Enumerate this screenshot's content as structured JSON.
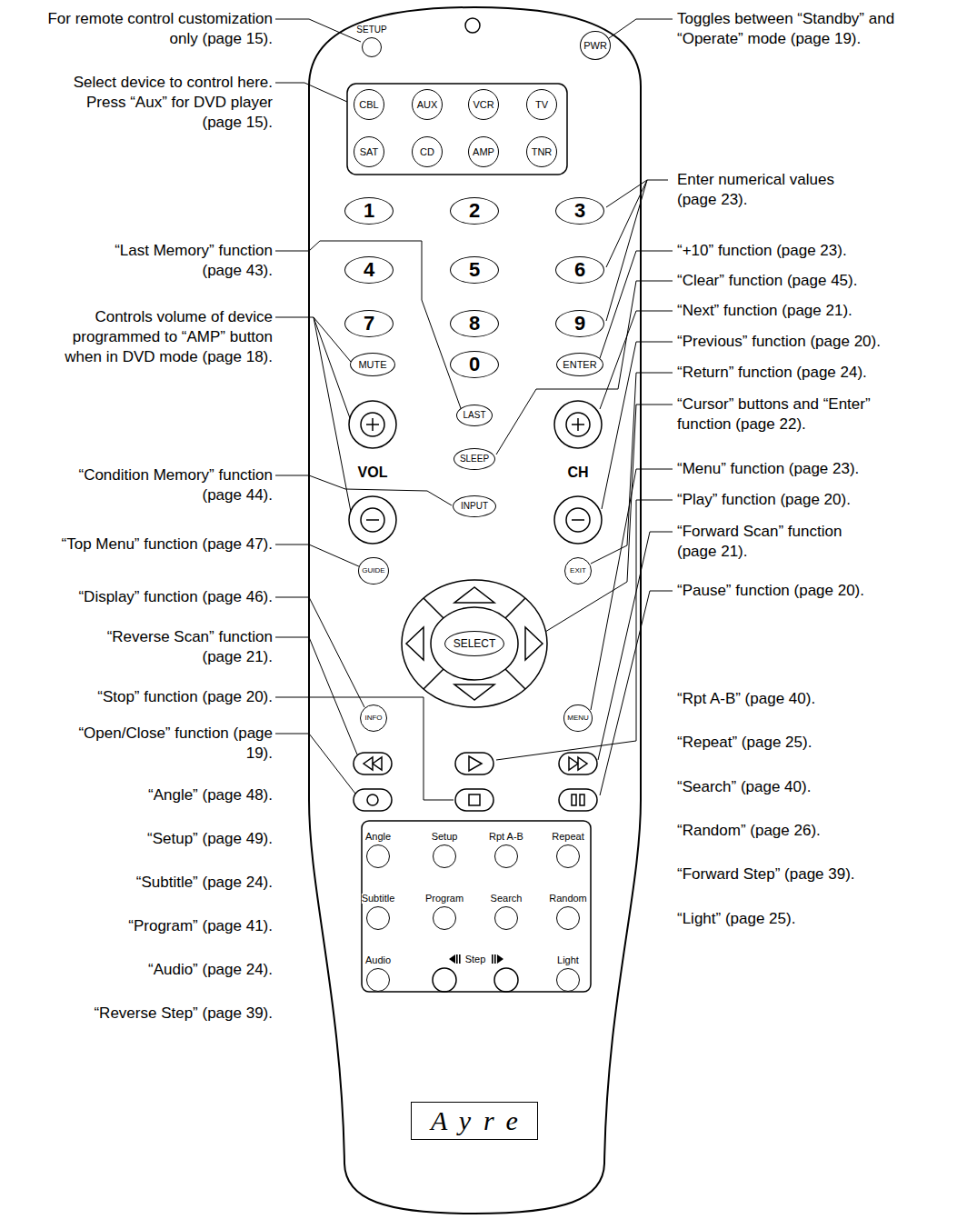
{
  "diagram": {
    "nodes": [
      {
        "text": [
          "SETUP"
        ]
      },
      {
        "text": [
          "PWR"
        ]
      },
      {
        "text": [
          "CBL"
        ]
      },
      {
        "text": [
          "AUX"
        ]
      },
      {
        "text": [
          "VCR"
        ]
      },
      {
        "text": [
          "TV"
        ]
      },
      {
        "text": [
          "SAT"
        ]
      },
      {
        "text": [
          "CD"
        ]
      },
      {
        "text": [
          "AMP"
        ]
      },
      {
        "text": [
          "TNR"
        ]
      },
      {
        "text": [
          "1"
        ]
      },
      {
        "text": [
          "2"
        ]
      },
      {
        "text": [
          "3"
        ]
      },
      {
        "text": [
          "4"
        ]
      },
      {
        "text": [
          "5"
        ]
      },
      {
        "text": [
          "6"
        ]
      },
      {
        "text": [
          "7"
        ]
      },
      {
        "text": [
          "8"
        ]
      },
      {
        "text": [
          "9"
        ]
      },
      {
        "text": [
          "MUTE"
        ]
      },
      {
        "text": [
          "0"
        ]
      },
      {
        "text": [
          "ENTER"
        ]
      },
      {
        "text": [
          "LAST"
        ]
      },
      {
        "text": [
          "SLEEP"
        ]
      },
      {
        "text": [
          "INPUT"
        ]
      },
      {
        "text": [
          "GUIDE"
        ]
      },
      {
        "text": [
          "EXIT"
        ]
      },
      {
        "text": [
          "SELECT"
        ]
      },
      {
        "text": [
          "INFO"
        ]
      },
      {
        "text": [
          "MENU"
        ]
      },
      {
        "text": [
          "Angle"
        ]
      },
      {
        "text": [
          "Setup"
        ]
      },
      {
        "text": [
          "Rpt A-B"
        ]
      },
      {
        "text": [
          "Repeat"
        ]
      },
      {
        "text": [
          "Subtitle"
        ]
      },
      {
        "text": [
          "Program"
        ]
      },
      {
        "text": [
          "Search"
        ]
      },
      {
        "text": [
          "Random"
        ]
      },
      {
        "text": [
          "Audio"
        ]
      },
      {
        "text": [
          "Light"
        ]
      },
      {
        "text": [
          "Ayre"
        ]
      }
    ],
    "labels": [
      "VOL",
      "CH",
      "Step",
      "For remote control customization only (page 15).",
      "Select device to control here. Press “Aux” for DVD player (page 15).",
      "“Last Memory” function (page 43).",
      "Controls volume of device programmed to “AMP” button when in DVD mode (page 18).",
      "“Condition Memory” function (page 44).",
      "“Top Menu” function (page 47).",
      "“Display” function (page 46).",
      "“Reverse Scan” function (page 21).",
      "“Stop” function (page 20).",
      "“Open/Close” function (page 19).",
      "“Angle” (page 48).",
      "“Setup” (page 49).",
      "“Subtitle” (page 24).",
      "“Program” (page 41).",
      "“Audio” (page 24).",
      "“Reverse Step” (page 39).",
      "Toggles between “Standby” and “Operate” mode (page 19).",
      "Enter numerical values (page 23).",
      "“+10” function (page 23).",
      "“Clear” function (page 45).",
      "“Next” function (page 21).",
      "“Previous” function (page 20).",
      "“Return” function (page 24).",
      "“Cursor” buttons and “Enter” function (page 22).",
      "“Menu” function (page 23).",
      "“Play” function (page 20).",
      "“Forward Scan” function (page 21).",
      "“Pause” function (page 20).",
      "“Rpt A-B” (page 40).",
      "“Repeat” (page 25).",
      "“Search” (page 40).",
      "“Random” (page 26).",
      "“Forward Step” (page 39).",
      "“Light” (page 25)."
    ]
  }
}
